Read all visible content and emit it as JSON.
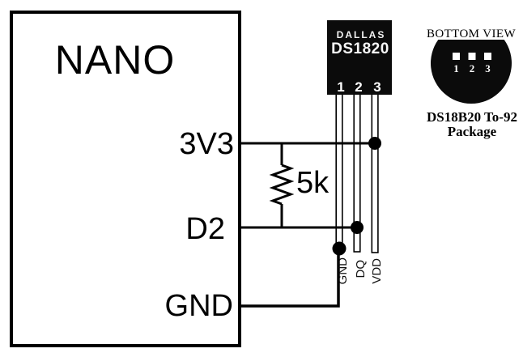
{
  "nano": {
    "label": "NANO",
    "pins": [
      {
        "label": "3V3"
      },
      {
        "label": "D2"
      },
      {
        "label": "GND"
      }
    ]
  },
  "resistor": {
    "value": "5k"
  },
  "sensor": {
    "brand": "DALLAS",
    "model": "DS1820",
    "pin_numbers": [
      "1",
      "2",
      "3"
    ],
    "pin_labels": [
      "GND",
      "DQ",
      "VDD"
    ]
  },
  "bottom_view": {
    "title": "BOTTOM VIEW",
    "pin_numbers": [
      "1",
      "2",
      "3"
    ],
    "caption_line1": "DS18B20 To-92",
    "caption_line2": "Package"
  },
  "colors": {
    "ink": "#000000",
    "component_fill": "#0b0b0b",
    "background": "#ffffff"
  }
}
